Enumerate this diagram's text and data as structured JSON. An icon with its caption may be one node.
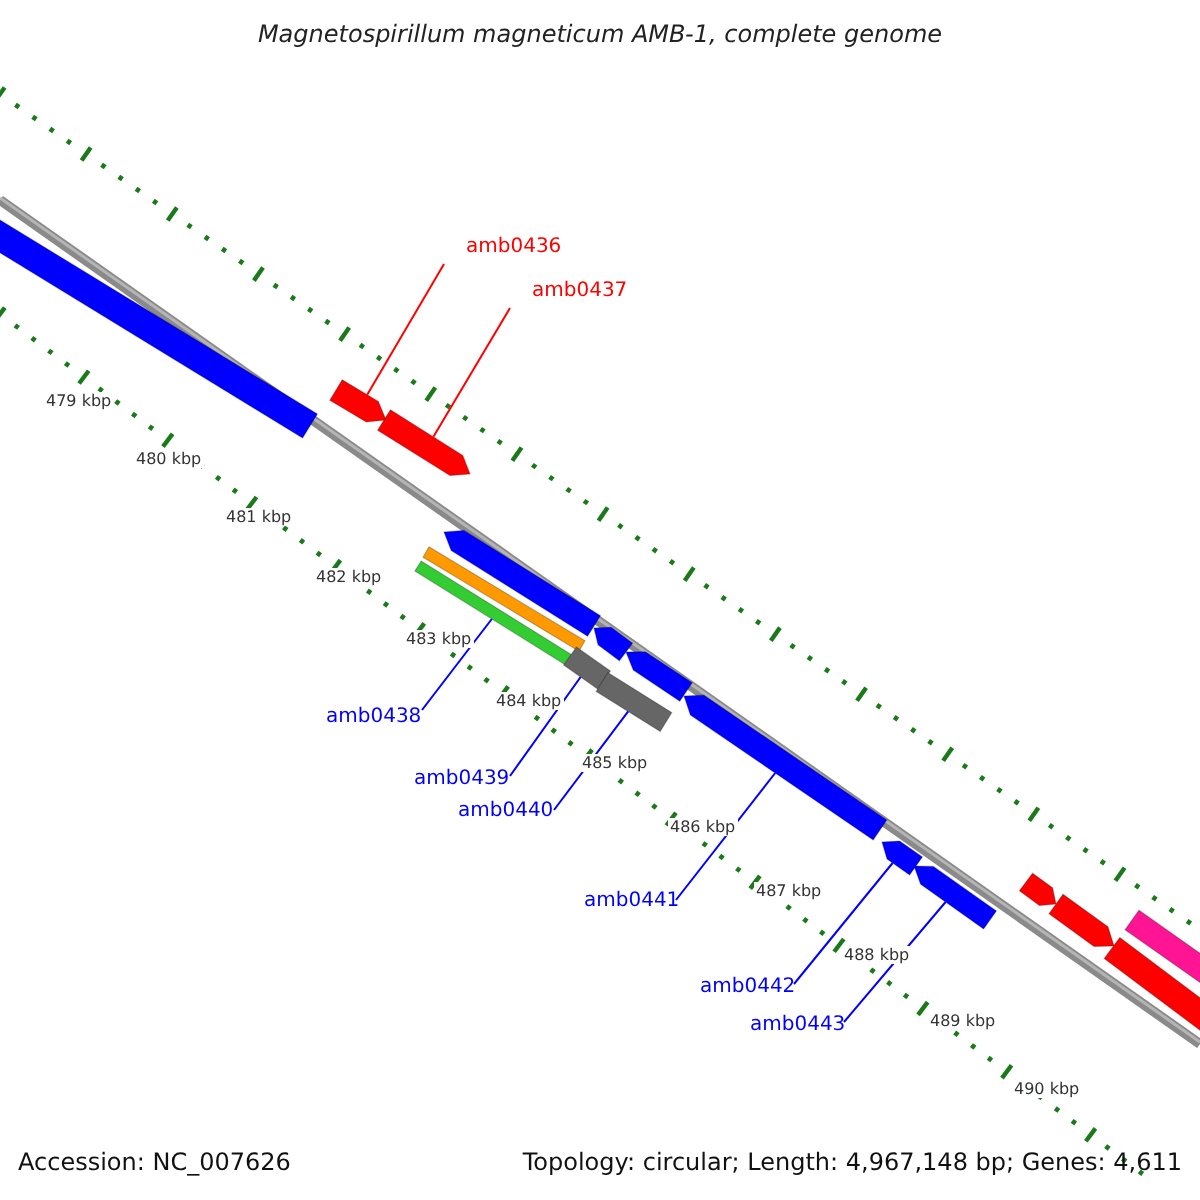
{
  "diagram": {
    "title": "Magnetospirillum magneticum AMB-1, complete genome",
    "nodes": [
      {
        "text": [],
        "shape": "bar"
      },
      {
        "text": [],
        "shape": "bar"
      },
      {
        "text": [],
        "shape": "bar"
      },
      {
        "text": [],
        "shape": "bar"
      },
      {
        "text": [],
        "shape": "box"
      },
      {
        "text": [],
        "shape": "box"
      },
      {
        "text": [],
        "shape": "bar"
      },
      {
        "text": [],
        "shape": "box"
      },
      {
        "text": [],
        "shape": "box"
      },
      {
        "text": [],
        "shape": "bar"
      },
      {
        "text": [],
        "shape": "bar"
      },
      {
        "text": [],
        "shape": "bar"
      },
      {
        "text": [],
        "shape": "bar"
      },
      {
        "text": [],
        "shape": "bar"
      },
      {
        "text": [],
        "shape": "bar"
      },
      {
        "text": [],
        "shape": "bar"
      },
      {
        "text": [],
        "shape": "bar"
      },
      {
        "text": [
          "amb0436"
        ]
      },
      {
        "text": [
          "amb0437"
        ]
      },
      {
        "text": [
          "amb0438"
        ]
      },
      {
        "text": [
          "amb0439"
        ]
      },
      {
        "text": [
          "amb0440"
        ]
      },
      {
        "text": [
          "amb0441"
        ]
      },
      {
        "text": [
          "amb0442"
        ]
      },
      {
        "text": [
          "amb0443"
        ]
      }
    ],
    "edges": [
      {
        "from": 17,
        "to": 1,
        "arrow": "none",
        "color": "#ff0000"
      },
      {
        "from": 18,
        "to": 2,
        "arrow": "none",
        "color": "#ff0000"
      },
      {
        "from": 19,
        "to": 5,
        "arrow": "none"
      },
      {
        "from": 20,
        "to": 7,
        "arrow": "none"
      },
      {
        "from": 21,
        "to": 8,
        "arrow": "none"
      },
      {
        "from": 22,
        "to": 10,
        "arrow": "none"
      },
      {
        "from": 23,
        "to": 11,
        "arrow": "none"
      },
      {
        "from": 24,
        "to": 12,
        "arrow": "none"
      }
    ],
    "labels": [
      "479 kbp",
      "480 kbp",
      "481 kbp",
      "482 kbp",
      "483 kbp",
      "484 kbp",
      "485 kbp",
      "486 kbp",
      "487 kbp",
      "488 kbp",
      "489 kbp",
      "490 kbp",
      "Accession: NC_007626",
      "Topology: circular; Length: 4,967,148 bp; Genes: 4,611"
    ]
  }
}
